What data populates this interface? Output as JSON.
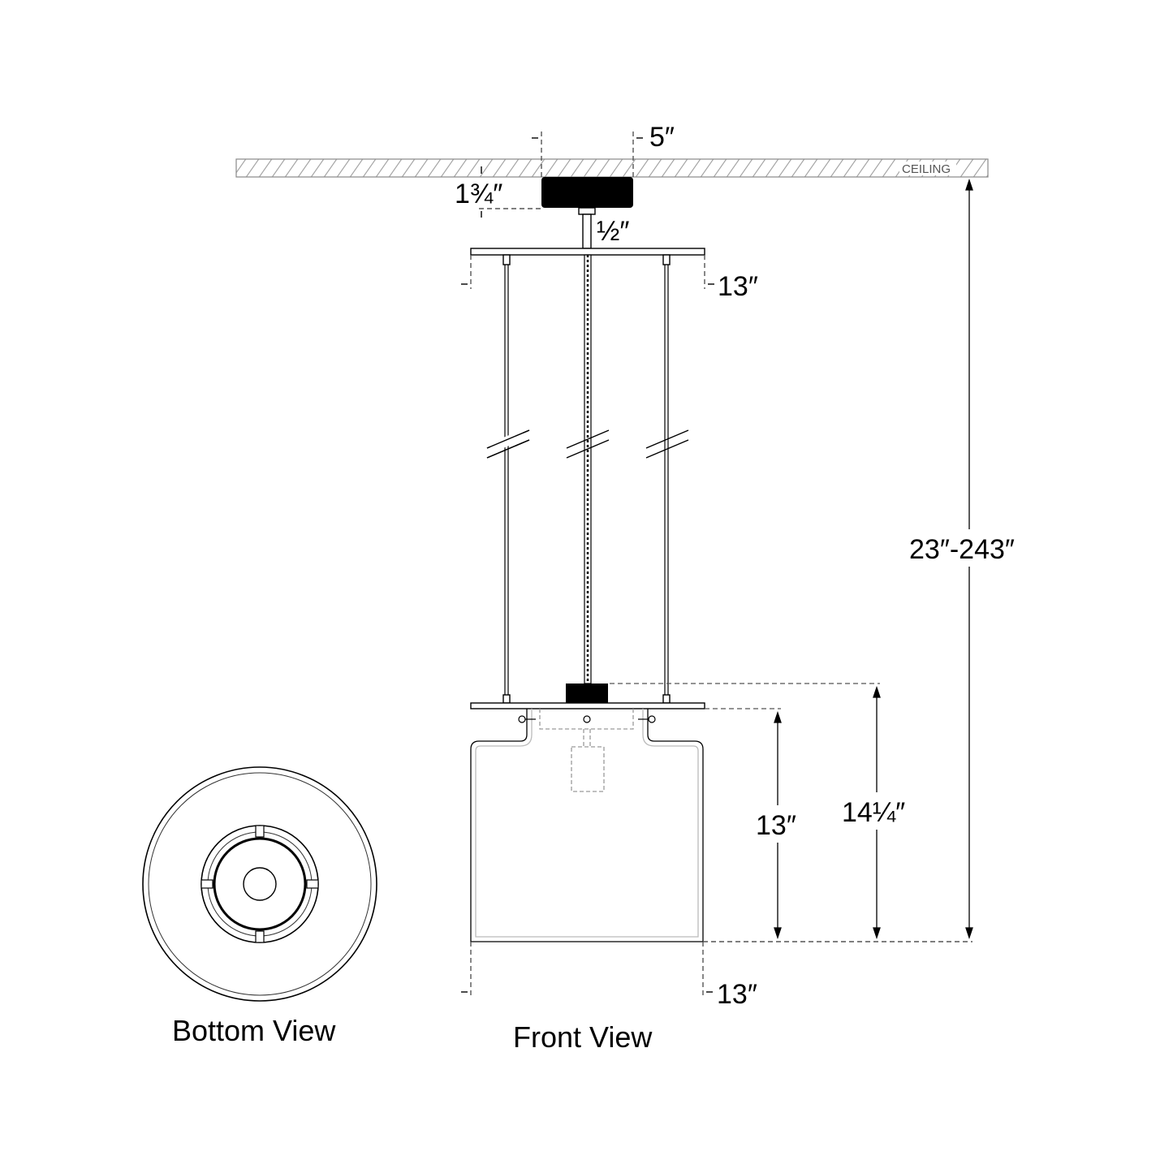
{
  "ceiling": {
    "label": "CEILING"
  },
  "dimensions": {
    "canopy_width": "5″",
    "canopy_height": "1¾″",
    "stem_width": "½″",
    "top_plate_width": "13″",
    "overall_height": "23″-243″",
    "shade_height": "13″",
    "fixture_height": "14¼″",
    "shade_width": "13″"
  },
  "views": {
    "bottom": "Bottom View",
    "front": "Front View"
  },
  "colors": {
    "line": "#000000",
    "dash": "#555555",
    "hatch": "#999999",
    "ghost": "#9a9a9a"
  }
}
